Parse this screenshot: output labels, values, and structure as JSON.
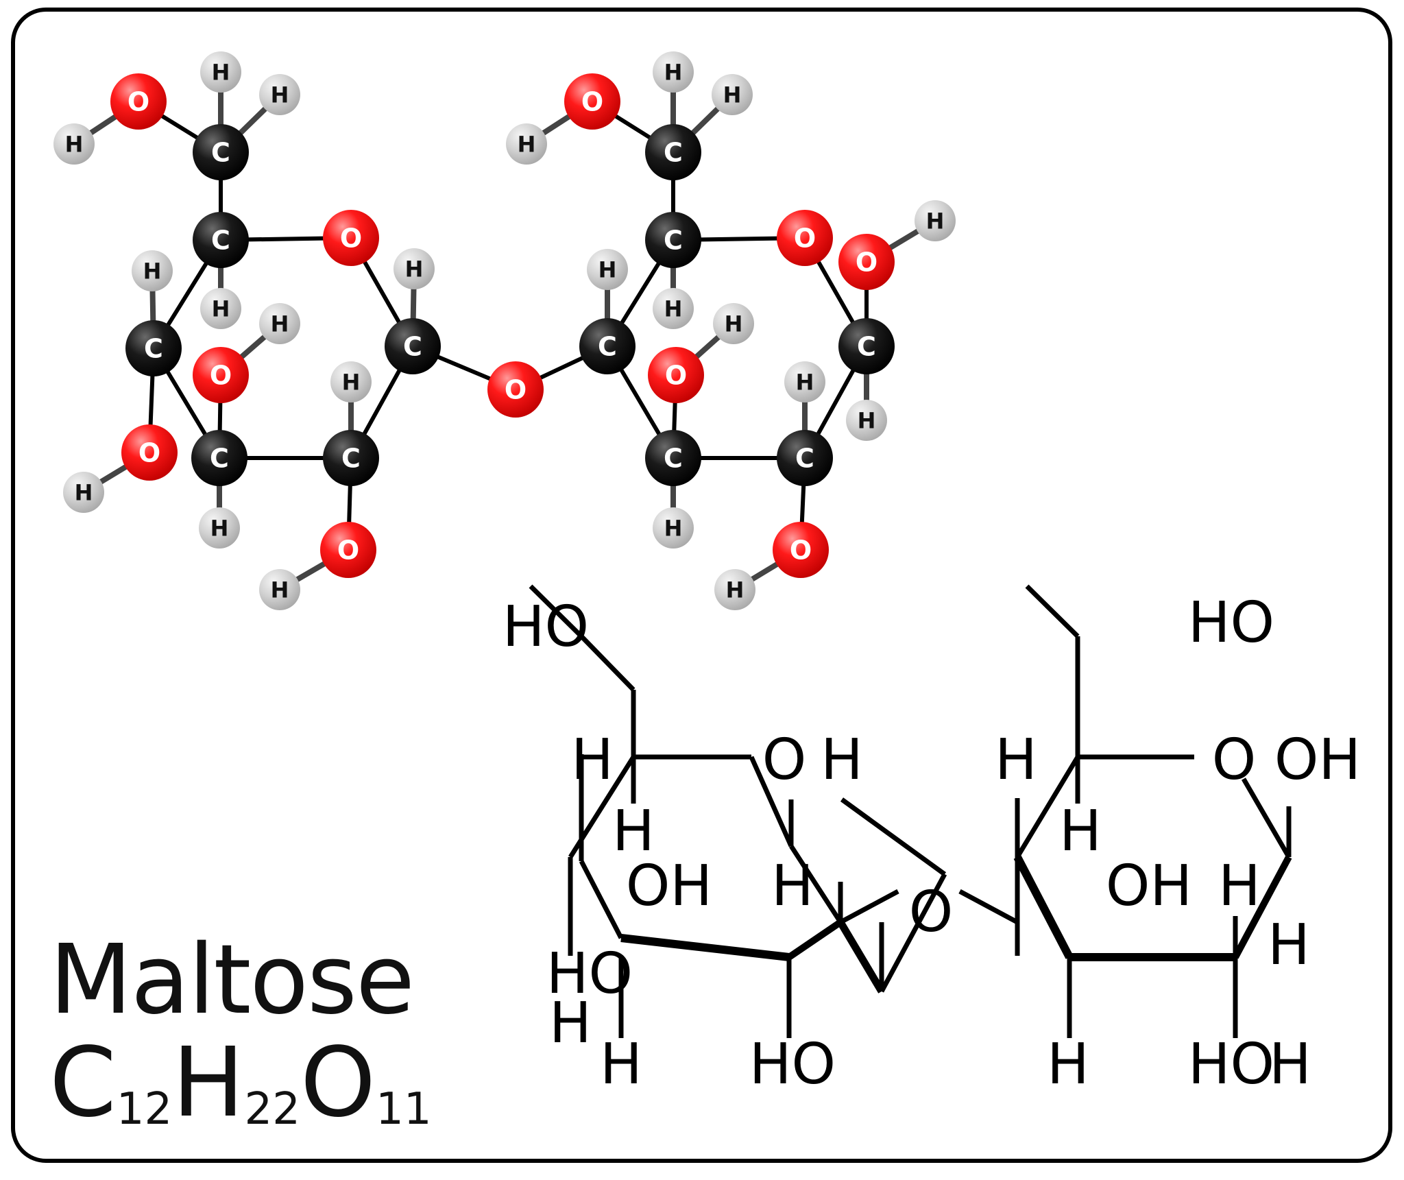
{
  "molecule": {
    "name": "Maltose",
    "formula_parts": [
      {
        "element": "C",
        "count": "12"
      },
      {
        "element": "H",
        "count": "22"
      },
      {
        "element": "O",
        "count": "11"
      }
    ]
  },
  "colors": {
    "carbon": "#111111",
    "oxygen": "#e8000b",
    "hydrogen": "#c8c8c8",
    "bond": "#000000",
    "frame": "#000000"
  },
  "atom_labels": {
    "carbon": "C",
    "oxygen": "O",
    "hydrogen": "H"
  },
  "skeletal_labels": [
    "HO",
    "O",
    "H",
    "H",
    "H",
    "OH",
    "H",
    "H",
    "HO",
    "H",
    "HO",
    "O",
    "HO",
    "O",
    "OH",
    "H",
    "H",
    "OH",
    "H",
    "H",
    "H",
    "H",
    "HO"
  ]
}
